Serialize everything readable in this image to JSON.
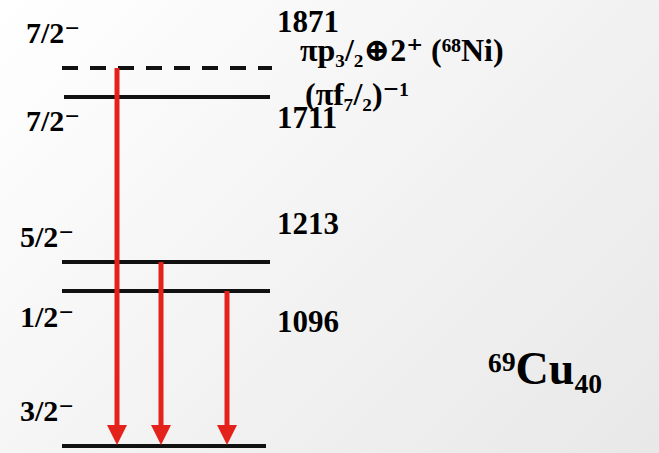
{
  "diagram": {
    "labels": [
      "7/2⁻",
      "1871",
      "πp₃/₂⊕2⁺ (⁶⁸Ni)",
      "1711",
      "7/2⁻",
      "(πf₇/₂)⁻¹",
      "1213",
      "5/2⁻",
      "1096",
      "1/2⁻",
      "⁶⁹Cu₄₀",
      "3/2⁻"
    ]
  }
}
